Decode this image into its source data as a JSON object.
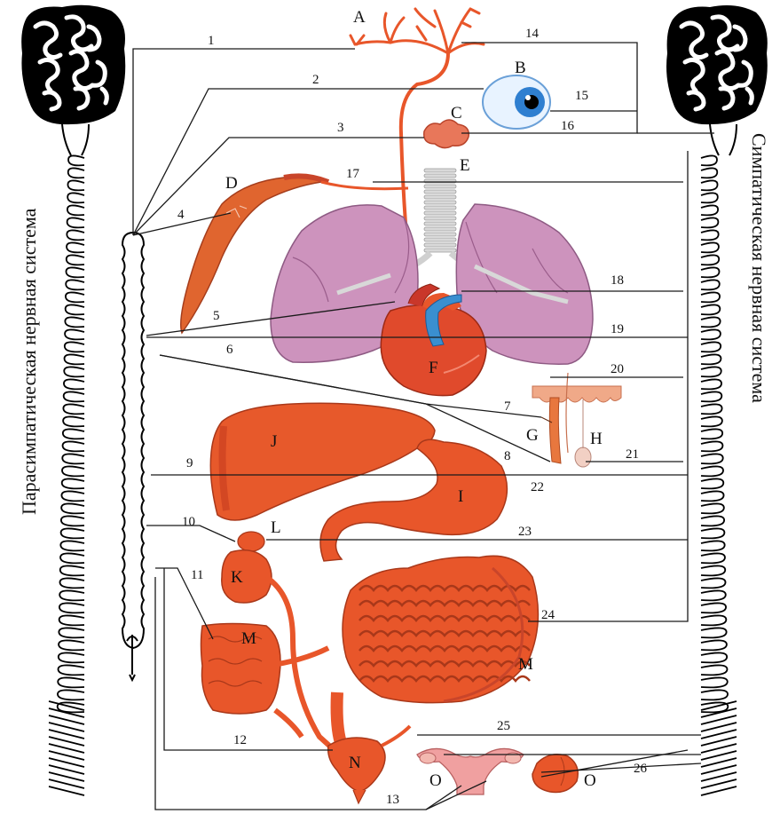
{
  "side_titles": {
    "left": "Парасимпатическая нервная система",
    "right": "Симпатическая нервная система"
  },
  "organ_letters": [
    "A",
    "B",
    "C",
    "D",
    "E",
    "F",
    "G",
    "H",
    "I",
    "J",
    "K",
    "L",
    "M",
    "M",
    "N",
    "O",
    "O"
  ],
  "nerve_numbers": [
    "1",
    "2",
    "3",
    "4",
    "5",
    "6",
    "7",
    "8",
    "9",
    "10",
    "11",
    "12",
    "13",
    "14",
    "15",
    "16",
    "17",
    "18",
    "19",
    "20",
    "21",
    "22",
    "23",
    "24",
    "25",
    "26"
  ],
  "colors": {
    "organ": "#e8562a",
    "organ_dark": "#b8321a",
    "lung": "#c98fb8",
    "lung_dark": "#9a5d8b",
    "eye": "#2f7fd0",
    "trachea": "#cfcfcf",
    "vein": "#3a8fd0",
    "brain": "#000000",
    "line": "#1a1a1a"
  },
  "icons": [
    "brain-icon-left",
    "brain-icon-right",
    "spinal-cord-icon",
    "sympathetic-chain-icon"
  ]
}
